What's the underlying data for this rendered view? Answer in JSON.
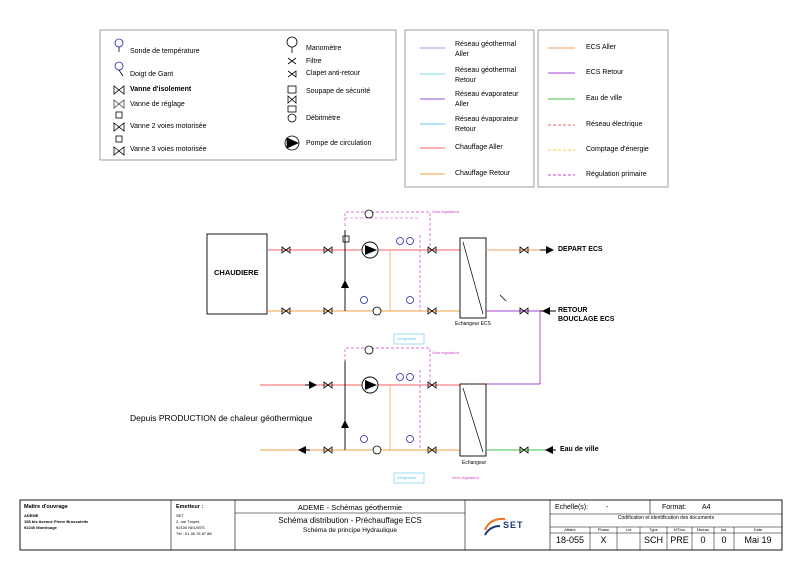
{
  "legend_symbols": {
    "col1": [
      "Sonde de température",
      "Doigt de Gant",
      "Vanne d'isolement",
      "Vanne de réglage",
      "Vanne 2 voies motorisée",
      "Vanne 3 voies motorisée"
    ],
    "col2": [
      "Manomètre",
      "Filtre",
      "Clapet anti-retour",
      "Soupape de sécurité",
      "Débitmètre",
      "Pompe de circulation"
    ]
  },
  "legend_networks": {
    "col1": [
      {
        "label1": "Réseau géothermal",
        "label2": "Aller",
        "color": "#b58bd8"
      },
      {
        "label1": "Réseau géothermal",
        "label2": "Retour",
        "color": "#7fd8e0"
      },
      {
        "label1": "Réseau évaporateur",
        "label2": "Aller",
        "color": "#8a4fd8"
      },
      {
        "label1": "Réseau évaporateur",
        "label2": "Retour",
        "color": "#5fc8f0"
      },
      {
        "label1": "Chauffage Aller",
        "label2": "",
        "color": "#f06060"
      },
      {
        "label1": "Chauffage Retour",
        "label2": "",
        "color": "#f0a040"
      }
    ],
    "col2": [
      {
        "label": "ECS Aller",
        "color": "#f0a060",
        "dash": false
      },
      {
        "label": "ECS Retour",
        "color": "#a040d0",
        "dash": false
      },
      {
        "label": "Eau de ville",
        "color": "#40c040",
        "dash": false
      },
      {
        "label": "Réseau électrique",
        "color": "#f06060",
        "dash": true
      },
      {
        "label": "Comptage d'énergie",
        "color": "#f0d040",
        "dash": true
      },
      {
        "label": "Régulation primaire",
        "color": "#d040d0",
        "dash": true
      }
    ]
  },
  "diagram": {
    "boiler_label": "CHAUDIERE",
    "hx1_label": "Echangeur ECS",
    "hx2_label": "Echangeur",
    "outlet_depart": "DEPART ECS",
    "outlet_retour1": "RETOUR",
    "outlet_retour2": "BOUCLAGE ECS",
    "outlet_eau": "Eau de ville",
    "source_label": "Depuis PRODUCTION de chaleur géothermique",
    "regulator_label": "Intégrateur",
    "reg_tag": "Vers régulateur"
  },
  "titleblock": {
    "owner_title": "Maître d'ouvrage",
    "owner_lines": [
      "ADEME",
      "155 bis Avenue Pierre Brossolette",
      "92240 Montrouge"
    ],
    "issuer_title": "Emetteur :",
    "issuer_lines": [
      "SET",
      "2, rue Troyes",
      "92100 NEUVES",
      "Tél : 01 46 76 87 88"
    ],
    "project1": "ADEME - Schémas géothermie",
    "project2": "Schéma distribution - Préchauffage ECS",
    "project3": "Schéma de principe Hydraulique",
    "logo": "SET",
    "scale_label": "Echelle(s):",
    "scale_value": "-",
    "format_label": "Format:",
    "format_value": "A4",
    "codification": "Codification et identification des documents",
    "headers": [
      "Affaire",
      "Phase",
      "Lot",
      "Type",
      "N°Doc",
      "Niveau",
      "Ind.",
      "Date"
    ],
    "values": [
      "18-055",
      "X",
      "",
      "SCH",
      "PRE",
      "0",
      "0",
      "Mai 19"
    ]
  }
}
